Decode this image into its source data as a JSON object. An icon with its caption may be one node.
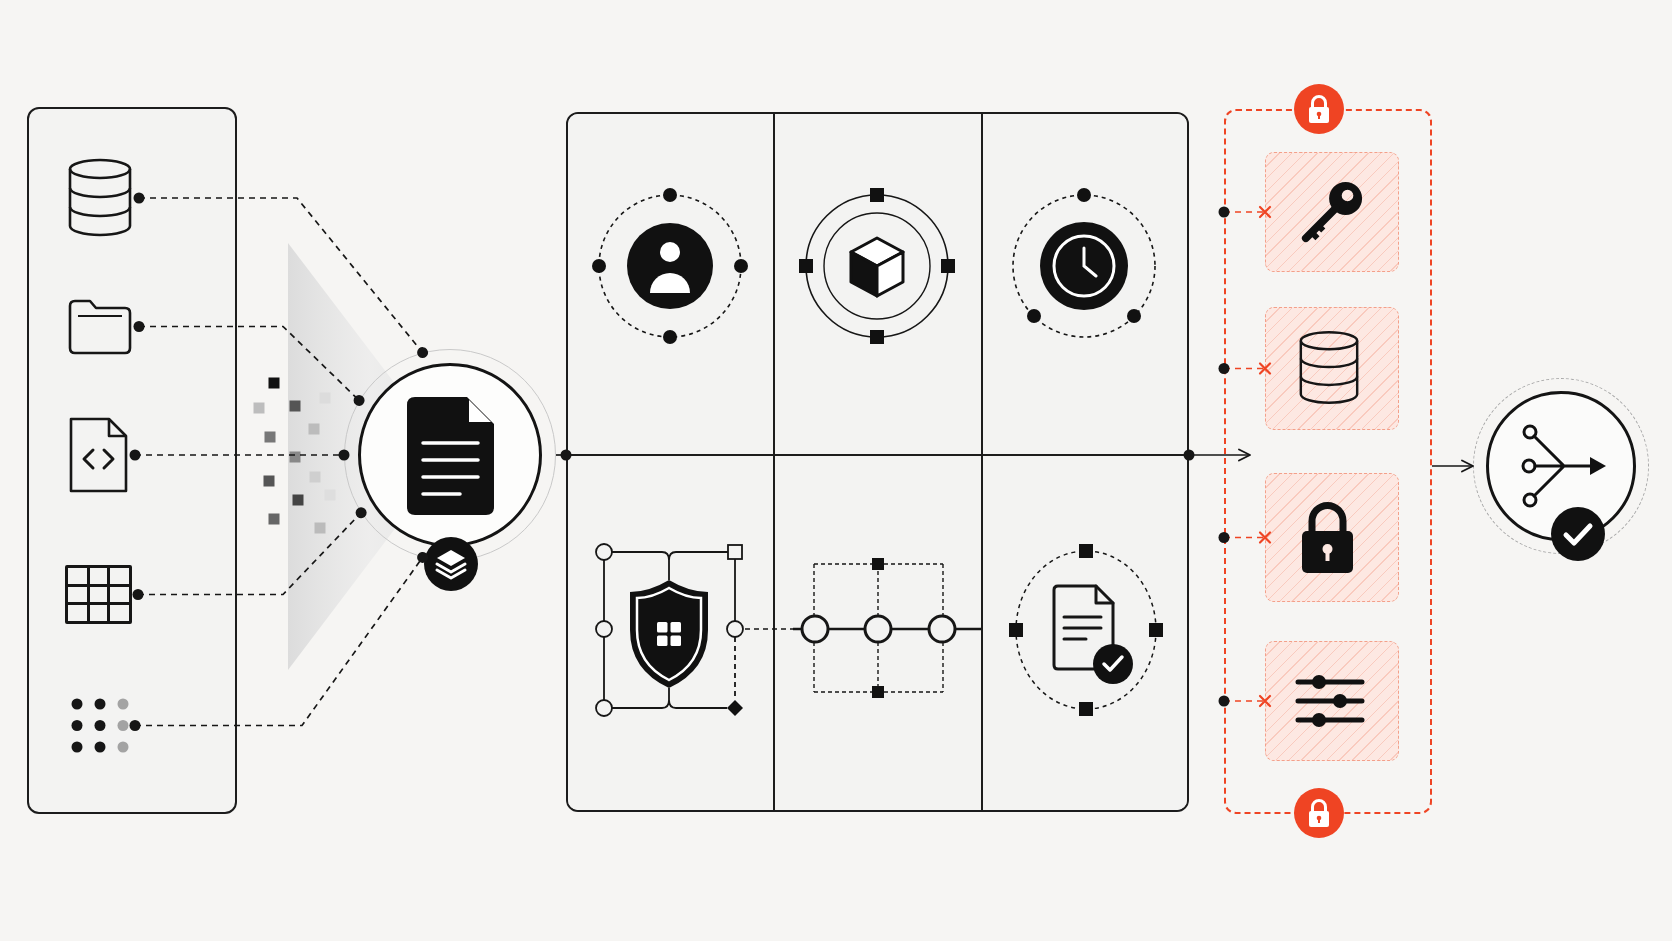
{
  "diagram": {
    "nodes": [
      {
        "text": [],
        "shape": "box"
      },
      {
        "text": [],
        "shape": "picture",
        "in": 0
      },
      {
        "text": [],
        "shape": "picture",
        "in": 0
      },
      {
        "text": [],
        "shape": "picture",
        "in": 0
      },
      {
        "text": [],
        "shape": "box",
        "in": 0
      },
      {
        "text": [],
        "shape": "picture",
        "in": 0
      },
      {
        "text": [],
        "shape": "circle"
      },
      {
        "text": [],
        "shape": "box"
      },
      {
        "text": [],
        "shape": "box"
      },
      {
        "text": [],
        "shape": "box",
        "in": 8
      },
      {
        "text": [],
        "shape": "box",
        "in": 8
      },
      {
        "text": [],
        "shape": "box",
        "in": 8
      },
      {
        "text": [],
        "shape": "box",
        "in": 8
      },
      {
        "text": [],
        "shape": "circle"
      }
    ],
    "edges": [
      {
        "from": 1,
        "to": 6,
        "arrow": "other",
        "style": "dashed"
      },
      {
        "from": 2,
        "to": 6,
        "arrow": "other",
        "style": "dashed"
      },
      {
        "from": 3,
        "to": 6,
        "arrow": "other",
        "style": "dashed"
      },
      {
        "from": 4,
        "to": 6,
        "arrow": "other",
        "style": "dashed"
      },
      {
        "from": 5,
        "to": 6,
        "arrow": "other",
        "style": "dashed"
      },
      {
        "from": 6,
        "to": 7,
        "arrow": "other"
      },
      {
        "from": 7,
        "to": 8,
        "arrow": "to"
      },
      {
        "from": 8,
        "to": 9,
        "arrow": "other",
        "style": "dashed",
        "color": "#ef4423"
      },
      {
        "from": 8,
        "to": 10,
        "arrow": "other",
        "style": "dashed",
        "color": "#ef4423"
      },
      {
        "from": 8,
        "to": 11,
        "arrow": "other",
        "style": "dashed",
        "color": "#ef4423"
      },
      {
        "from": 8,
        "to": 12,
        "arrow": "other",
        "style": "dashed",
        "color": "#ef4423"
      },
      {
        "from": 8,
        "to": 13,
        "arrow": "to"
      }
    ]
  }
}
